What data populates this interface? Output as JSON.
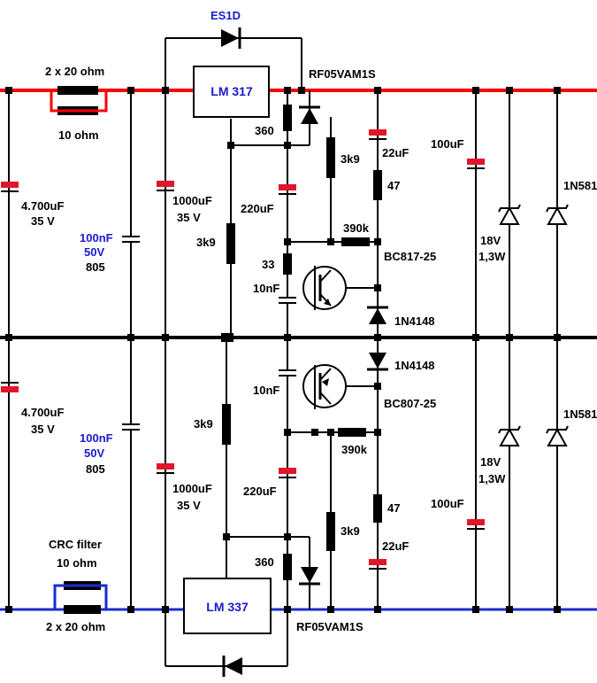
{
  "colors": {
    "positive_rail": "#ff0000",
    "negative_rail": "#1a2ccc",
    "ground": "#000000",
    "component_body": "#000000",
    "capacitor_marker": "#e0162b",
    "label_blue": "#1a1acc"
  },
  "labels": {
    "es1d": "ES1D",
    "res_2x20_top": "2 x 20 ohm",
    "res_10_top": "10 ohm",
    "lm317": "LM 317",
    "rf05_top": "RF05VAM1S",
    "r360_top": "360",
    "r3k9_top_mid": "3k9",
    "c22uf_top": "22uF",
    "c100uf_top": "100uF",
    "d1n581_top": "1N581",
    "c4700_top": "4.700uF",
    "v35_c4700_top": "35 V",
    "c1000_top": "1000uF",
    "v35_c1000_top": "35 V",
    "c220uf_top": "220uF",
    "r47_top": "47",
    "c100nf_top": "100nF",
    "v50_top": "50V",
    "pkg805_top": "805",
    "r3k9_left_top": "3k9",
    "r390k_top": "390k",
    "bc817": "BC817-25",
    "z18v_top": "18V",
    "z13w_top": "1,3W",
    "r33": "33",
    "c10nf_top": "10nF",
    "d1n4148_top": "1N4148",
    "d1n4148_bottom": "1N4148",
    "c10nf_bottom": "10nF",
    "bc807": "BC807-25",
    "c4700_bottom": "4.700uF",
    "v35_c4700_bottom": "35 V",
    "c100nf_bottom": "100nF",
    "v50_bottom": "50V",
    "pkg805_bottom": "805",
    "d1n581_bottom": "1N581",
    "r3k9_left_bottom": "3k9",
    "r390k_bottom": "390k",
    "z18v_bottom": "18V",
    "z13w_bottom": "1,3W",
    "c1000_bottom": "1000uF",
    "v35_c1000_bottom": "35 V",
    "c220uf_bottom": "220uF",
    "r47_bottom": "47",
    "c100uf_bottom": "100uF",
    "r3k9_bottom_mid": "3k9",
    "c22uf_bottom": "22uF",
    "crc_filter": "CRC filter",
    "res_10_bottom": "10 ohm",
    "r360_bottom": "360",
    "lm337": "LM 337",
    "res_2x20_bottom": "2 x 20 ohm",
    "rf05_bottom": "RF05VAM1S"
  }
}
